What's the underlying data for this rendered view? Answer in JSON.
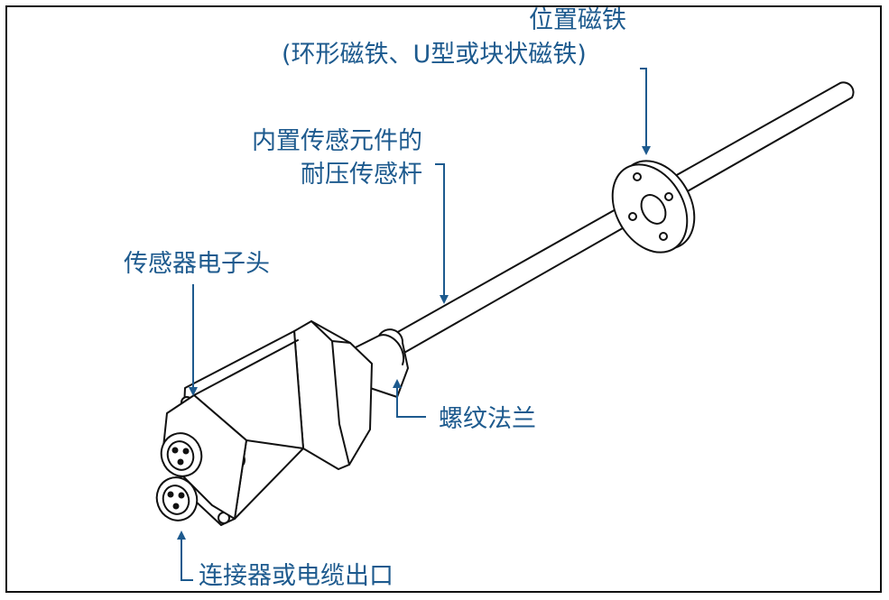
{
  "diagram": {
    "labels": {
      "magnet_line1": "位置磁铁",
      "magnet_line2": "(环形磁铁、U型或块状磁铁)",
      "rod_line1": "内置传感元件的",
      "rod_line2": "耐压传感杆",
      "head": "传感器电子头",
      "flange": "螺纹法兰",
      "connector": "连接器或电缆出口"
    },
    "colors": {
      "label_text": "#1d5a8e",
      "leader_line": "#1d5a8e",
      "outline": "#111111",
      "frame": "#111111"
    }
  }
}
